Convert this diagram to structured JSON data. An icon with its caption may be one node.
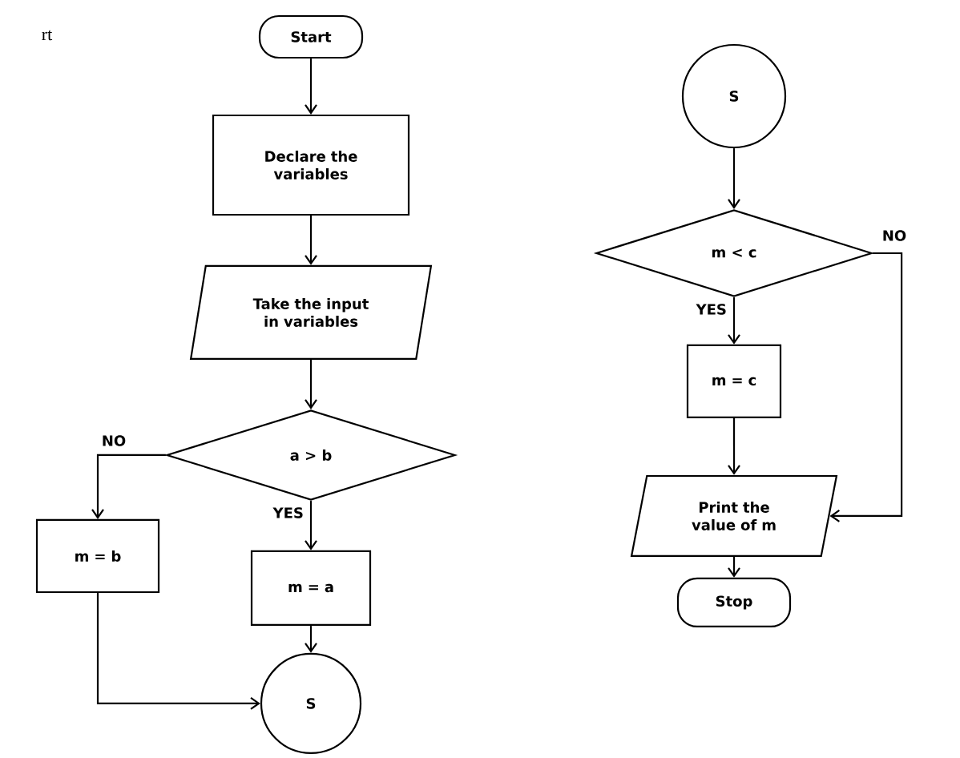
{
  "diagram": {
    "nodes": [
      {
        "text": [
          "Start"
        ]
      },
      {
        "text": [
          "Declare the variables"
        ]
      },
      {
        "text": [
          "Take the input in variables"
        ]
      },
      {
        "text": [
          "a > b"
        ]
      },
      {
        "text": [
          "m = b"
        ]
      },
      {
        "text": [
          "m = a"
        ]
      },
      {
        "text": [
          "S"
        ]
      },
      {
        "text": [
          "S"
        ]
      },
      {
        "text": [
          "m < c"
        ]
      },
      {
        "text": [
          "m = c"
        ]
      },
      {
        "text": [
          "Print the value of m"
        ]
      },
      {
        "text": [
          "Stop"
        ]
      }
    ],
    "edges": [
      {
        "from": 0,
        "to": 1,
        "arrow": "to"
      },
      {
        "from": 1,
        "to": 2,
        "arrow": "to"
      },
      {
        "from": 2,
        "to": 3,
        "arrow": "to"
      },
      {
        "from": 3,
        "to": 4,
        "arrow": "to",
        "label": "NO"
      },
      {
        "from": 3,
        "to": 5,
        "arrow": "to",
        "label": "YES"
      },
      {
        "from": 5,
        "to": 6,
        "arrow": "to"
      },
      {
        "from": 4,
        "to": 6,
        "arrow": "to"
      },
      {
        "from": 7,
        "to": 8,
        "arrow": "to"
      },
      {
        "from": 8,
        "to": 9,
        "arrow": "to",
        "label": "YES"
      },
      {
        "from": 8,
        "to": 10,
        "arrow": "to",
        "label": "NO"
      },
      {
        "from": 9,
        "to": 10,
        "arrow": "to"
      },
      {
        "from": 10,
        "to": 11,
        "arrow": "to"
      }
    ],
    "labels": [
      "rt"
    ]
  }
}
